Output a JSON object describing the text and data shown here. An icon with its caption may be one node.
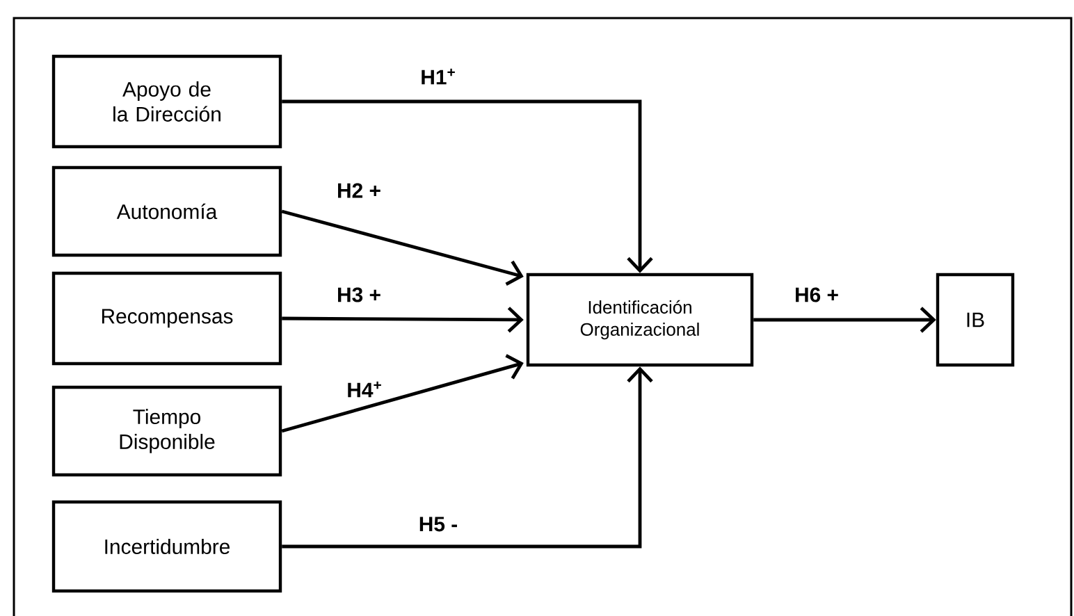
{
  "diagram": {
    "nodes": [
      {
        "text": [
          "Apoyo de la Dirección"
        ]
      },
      {
        "text": [
          "Autonomía"
        ]
      },
      {
        "text": [
          "Recompensas"
        ]
      },
      {
        "text": [
          "Tiempo Disponible"
        ]
      },
      {
        "text": [
          "Incertidumbre"
        ]
      },
      {
        "text": [
          "Identificación Organizacional"
        ]
      },
      {
        "text": [
          "IB"
        ]
      }
    ],
    "edges": [
      {
        "from": 0,
        "to": 5,
        "arrow": "to",
        "label": "H1$^{+}$"
      },
      {
        "from": 1,
        "to": 5,
        "arrow": "to",
        "label": "H2 +"
      },
      {
        "from": 2,
        "to": 5,
        "arrow": "to",
        "label": "H3 +"
      },
      {
        "from": 3,
        "to": 5,
        "arrow": "to",
        "label": "H4$^{+}$"
      },
      {
        "from": 4,
        "to": 5,
        "arrow": "to",
        "label": "H5 -"
      },
      {
        "from": 5,
        "to": 6,
        "arrow": "to",
        "label": "H6 +"
      }
    ]
  }
}
